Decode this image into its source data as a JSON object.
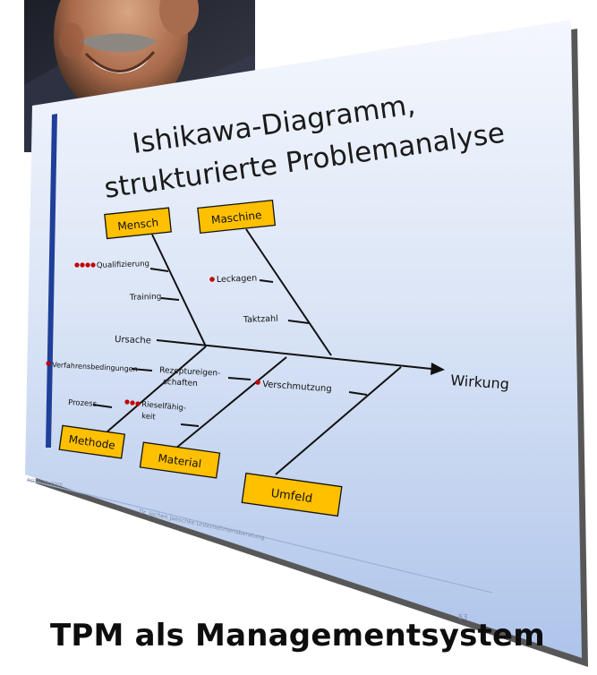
{
  "slide": {
    "title_line1": "Ishikawa-Diagramm,",
    "title_line2": "strukturierte Problemanalyse",
    "page_number": "53",
    "footer_center": "Dr. Jochen Jaeschke Unternehmensberatung",
    "footer_left": "ROTH.05.2008"
  },
  "categories": {
    "mensch": "Mensch",
    "maschine": "Maschine",
    "methode": "Methode",
    "material": "Material",
    "umfeld": "Umfeld"
  },
  "causes": {
    "qualifizierung": "Qualifizierung",
    "training": "Training",
    "leckagen": "Leckagen",
    "taktzahl": "Taktzahl",
    "ursache": "Ursache",
    "verfahrensbedingungen": "Verfahrensbedingungen",
    "prozess": "Prozess",
    "rezeptureigen_1": "Rezeptureigen-",
    "rezeptureigen_2": "schaften",
    "rieselfaehig_1": "Rieselfähig-",
    "rieselfaehig_2": "keit",
    "verschmutzung": "Verschmutzung"
  },
  "effect": "Wirkung",
  "page_heading": "TPM als Managementsystem",
  "colors": {
    "box_fill": "#ffc000",
    "dot": "#c00000",
    "slide_top": "#ffffff",
    "slide_bottom": "#a9c0e8",
    "blue_bar": "#1f3f99"
  }
}
